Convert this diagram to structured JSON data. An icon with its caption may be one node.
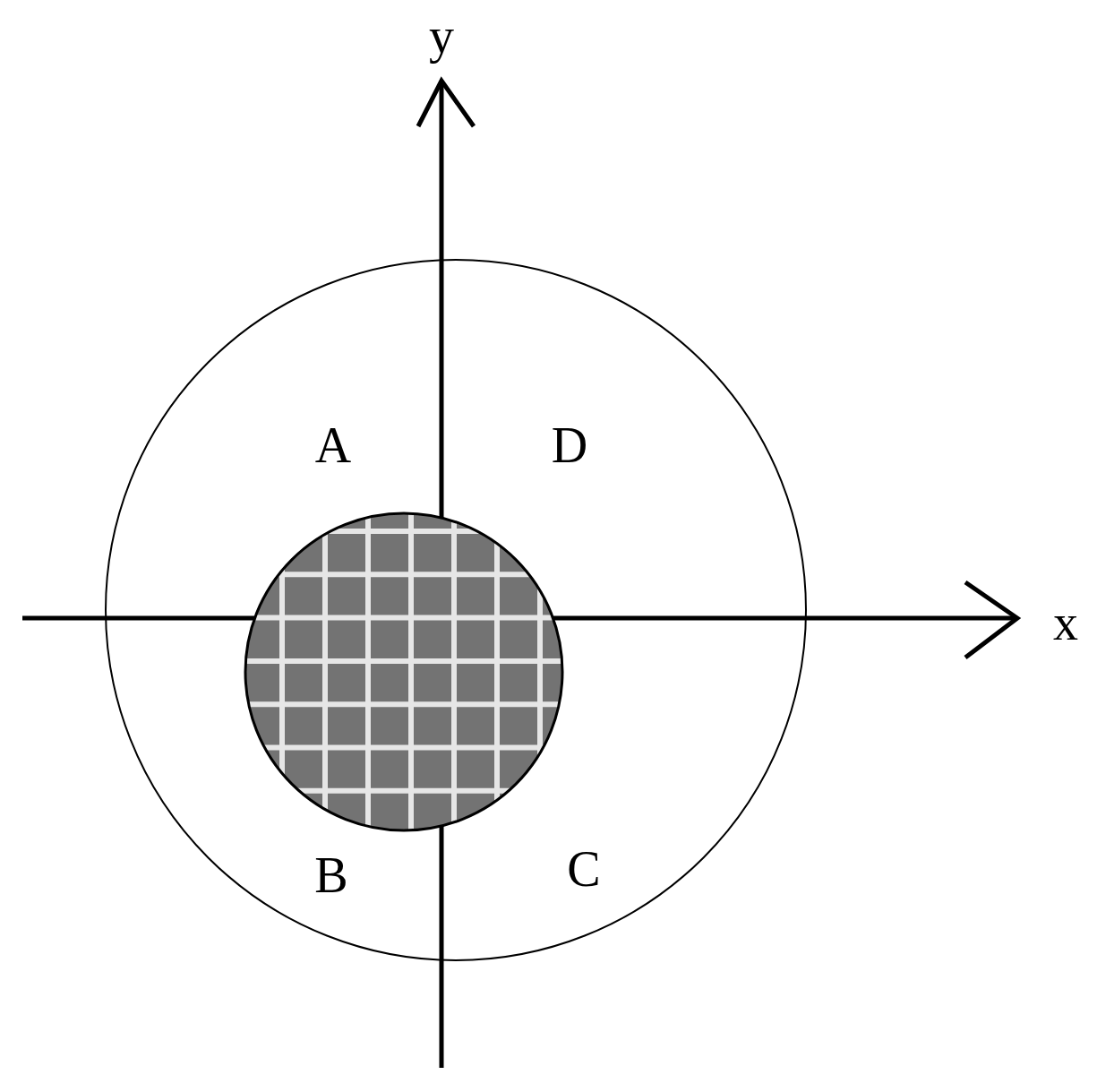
{
  "diagram": {
    "labels": [
      "y",
      "A",
      "D",
      "x",
      "B",
      "C"
    ]
  }
}
